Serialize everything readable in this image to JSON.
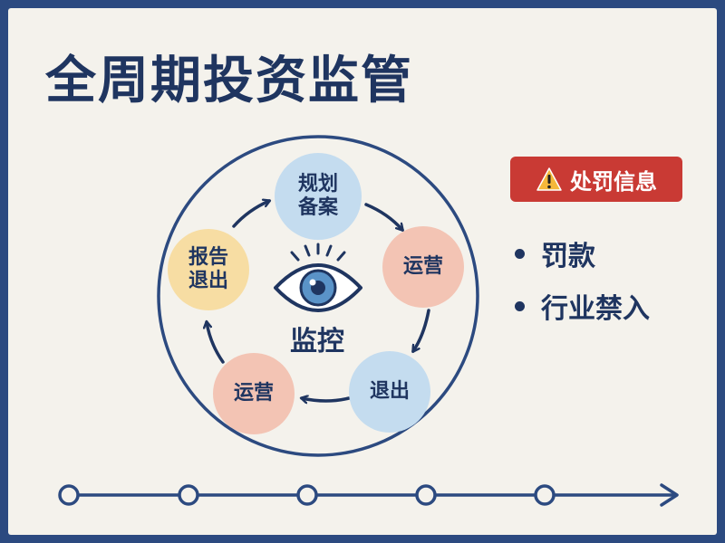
{
  "title": "全周期投资监管",
  "cycle": {
    "center_label": "监控",
    "nodes": [
      {
        "id": "plan",
        "lines": [
          "规划",
          "备案"
        ],
        "color": "#c4dcef"
      },
      {
        "id": "op1",
        "lines": [
          "运营"
        ],
        "color": "#f3c4b4"
      },
      {
        "id": "exit1",
        "lines": [
          "退出"
        ],
        "color": "#c4dcef"
      },
      {
        "id": "op2",
        "lines": [
          "运营"
        ],
        "color": "#f3c4b4"
      },
      {
        "id": "report",
        "lines": [
          "报告",
          "退出"
        ],
        "color": "#f7dda3"
      }
    ]
  },
  "penalty": {
    "badge_label": "处罚信息",
    "badge_icon": "warning-icon",
    "items": [
      "罚款",
      "行业禁入"
    ]
  },
  "timeline": {
    "milestones": 5
  },
  "colors": {
    "border": "#2c4a80",
    "ink": "#1f3560",
    "background": "#f4f2ec",
    "badge": "#c93a34"
  }
}
